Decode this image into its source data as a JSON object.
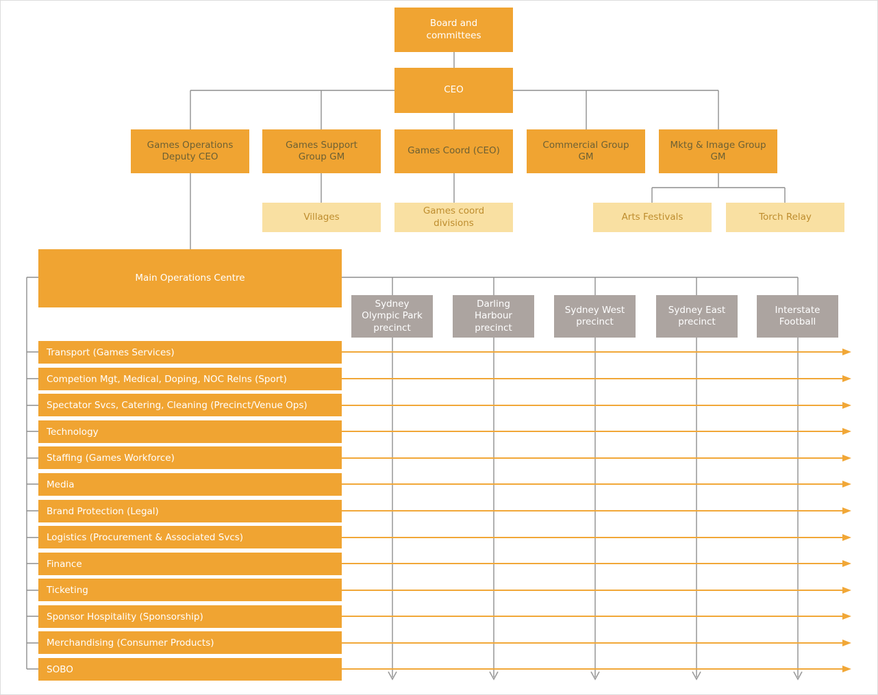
{
  "diagram": {
    "type": "org-chart",
    "nodes": {
      "board": "Board and committees",
      "ceo": "CEO",
      "games_operations": "Games Operations Deputy CEO",
      "games_support": "Games Support Group GM",
      "games_coord": "Games Coord (CEO)",
      "commercial_group": "Commercial Group GM",
      "mktg_image_group": "Mktg & Image Group GM",
      "villages": "Villages",
      "games_coord_divisions": "Games coord divisions",
      "arts_festivals": "Arts Festivals",
      "torch_relay": "Torch Relay",
      "main_operations_centre": "Main Operations Centre"
    },
    "precincts": [
      "Sydney Olympic Park precinct",
      "Darling Harbour precinct",
      "Sydney West precinct",
      "Sydney East precinct",
      "Interstate Football"
    ],
    "functions": [
      "Transport (Games Services)",
      "Competion Mgt, Medical, Doping, NOC Relns (Sport)",
      "Spectator Svcs, Catering, Cleaning (Precinct/Venue Ops)",
      "Technology",
      "Staffing (Games Workforce)",
      "Media",
      "Brand Protection (Legal)",
      "Logistics (Procurement & Associated Svcs)",
      "Finance",
      "Ticketing",
      "Sponsor Hospitality (Sponsorship)",
      "Merchandising (Consumer Products)",
      "SOBO"
    ],
    "colors": {
      "orange": "#F0A432",
      "light_yellow": "#F9E0A2",
      "gray_box": "#ACA4A0",
      "line_gray": "#8E8E8E",
      "arrow_orange": "#F1A737",
      "text_white": "#FFFFFF",
      "text_olive": "#6C6034",
      "text_amber": "#BE8D2E"
    }
  }
}
